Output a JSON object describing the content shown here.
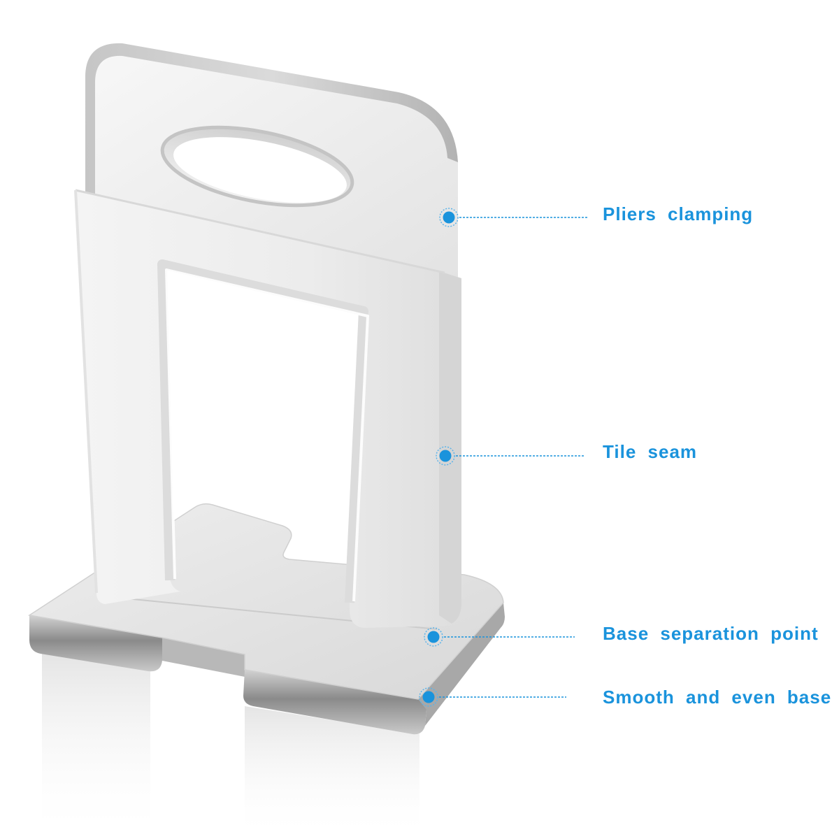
{
  "callouts": [
    {
      "label": "Pliers clamping"
    },
    {
      "label": "Tile seam"
    },
    {
      "label": "Base separation point"
    },
    {
      "label": "Smooth and even base"
    }
  ],
  "colors": {
    "accent": "#1a93dc",
    "background": "#ffffff",
    "clip_body": "#eeeeee",
    "base_edge": "#8a8a8a"
  }
}
